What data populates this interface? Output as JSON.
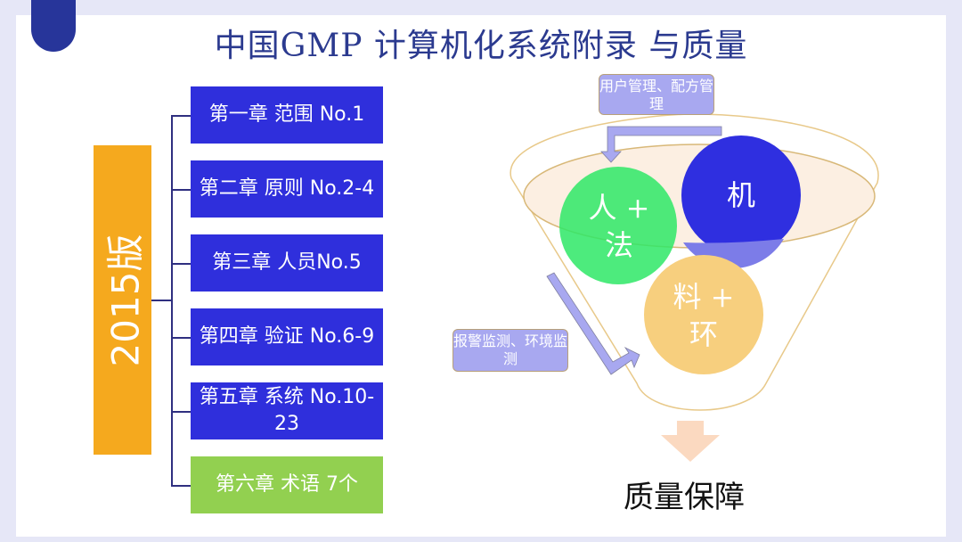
{
  "title": "中国GMP  计算机化系统附录  与质量",
  "version_label": "2015版",
  "chapters": [
    {
      "label": "第一章 范围 No.1"
    },
    {
      "label": "第二章 原则 No.2-4"
    },
    {
      "label": "第三章 人员No.5"
    },
    {
      "label": "第四章 验证 No.6-9"
    },
    {
      "label": "第五章 系统 No.10-23"
    },
    {
      "label": "第六章 术语 7个"
    }
  ],
  "funnel": {
    "top_callout": "用户管理、配方管理",
    "side_callout": "报警监测、环境监测",
    "circles": {
      "people_method": "人 + 法",
      "machine": "机",
      "material_env": "料 + 环"
    },
    "output": "质量保障"
  },
  "colors": {
    "blue": "#2f2fdc",
    "green": "#92d050",
    "orange": "#f5a91e",
    "circle_green": "#2ee866",
    "circle_orange": "#f7cf7e"
  }
}
